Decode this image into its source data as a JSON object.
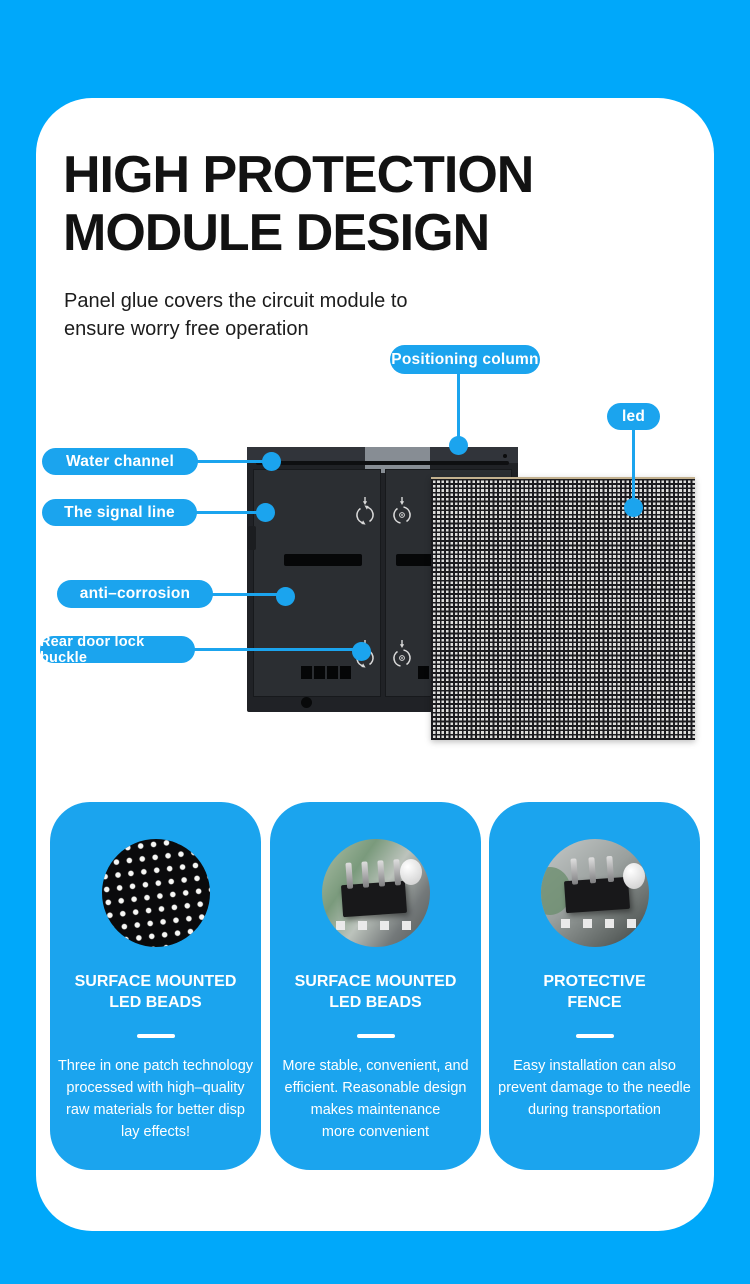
{
  "colors": {
    "background_cyan": "#00a8fa",
    "accent_blue": "#1ba4ee",
    "panel_white": "#ffffff",
    "title_black": "#121212"
  },
  "header": {
    "title_lines": [
      "HIGH PROTECTION",
      "MODULE DESIGN"
    ],
    "subtitle_lines": [
      "Panel glue covers the circuit module to",
      "ensure worry free operation"
    ]
  },
  "hero": {
    "callouts": [
      {
        "label": "Positioning column"
      },
      {
        "label": "led"
      },
      {
        "label": "Water channel"
      },
      {
        "label": "The signal line"
      },
      {
        "label": "anti–corrosion"
      },
      {
        "label": "Rear door lock buckle"
      }
    ]
  },
  "features": [
    {
      "image": "led-beads-closeup",
      "title_lines": [
        "SURFACE MOUNTED",
        "LED BEADS"
      ],
      "body_lines": [
        "Three in one patch technology",
        "processed with high–quality",
        "raw materials for better disp",
        "lay effects!"
      ]
    },
    {
      "image": "pcb-connector-closeup",
      "title_lines": [
        "SURFACE MOUNTED",
        "LED BEADS"
      ],
      "body_lines": [
        "More stable, convenient, and",
        "efficient. Reasonable design",
        "makes maintenance",
        "more convenient"
      ]
    },
    {
      "image": "protective-fence-closeup",
      "title_lines": [
        "PROTECTIVE",
        "FENCE"
      ],
      "body_lines": [
        "Easy installation can also",
        "prevent damage to the needle",
        "during transportation"
      ]
    }
  ]
}
